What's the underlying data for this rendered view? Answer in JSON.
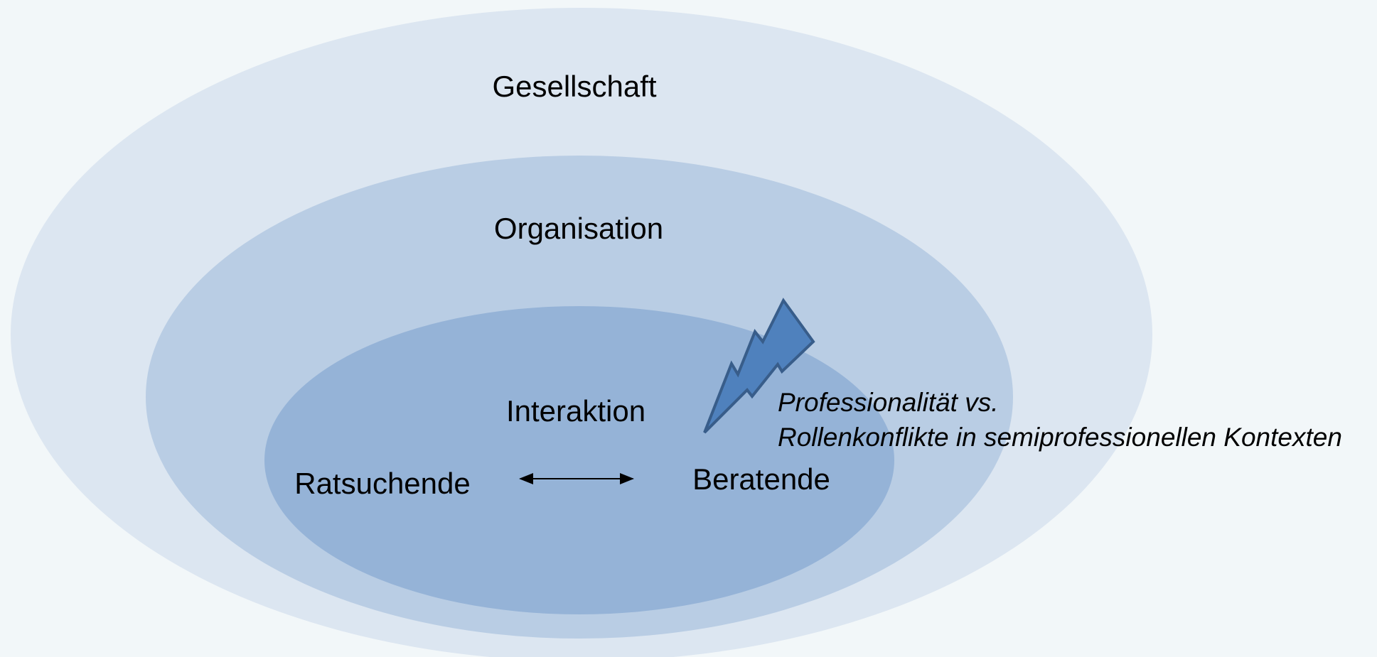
{
  "diagram": {
    "layers": [
      {
        "id": "society",
        "label": "Gesellschaft",
        "fill": "#dce6f1"
      },
      {
        "id": "organisation",
        "label": "Organisation",
        "fill": "#b9cde4"
      },
      {
        "id": "interaction",
        "label": "Interaktion",
        "fill": "#95b3d7"
      }
    ],
    "actors": {
      "left": "Ratsuchende",
      "right": "Beratende"
    },
    "conflict": {
      "line1": "Professionalität vs.",
      "line2": "Rollenkonflikte in semiprofessionellen Kontexten",
      "bolt_fill": "#4f81bd",
      "bolt_stroke": "#385d8a"
    }
  }
}
